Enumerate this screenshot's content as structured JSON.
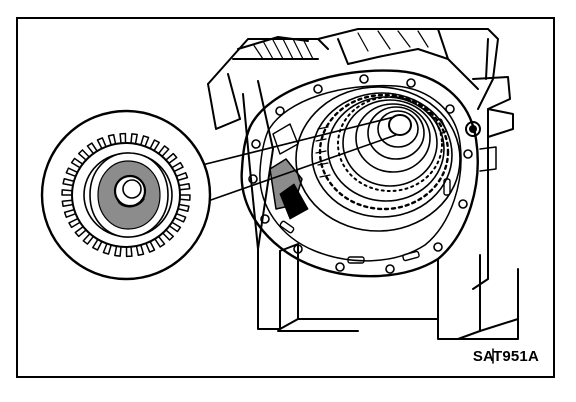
{
  "figure": {
    "id": "SAT951A",
    "colors": {
      "ink": "#000000",
      "paper": "#ffffff",
      "shade": "#8c8c8c"
    }
  },
  "illustration": {
    "subject": [
      "transmission-case-on-stand",
      "oil-pump-housing",
      "gear-detail-callout"
    ]
  }
}
